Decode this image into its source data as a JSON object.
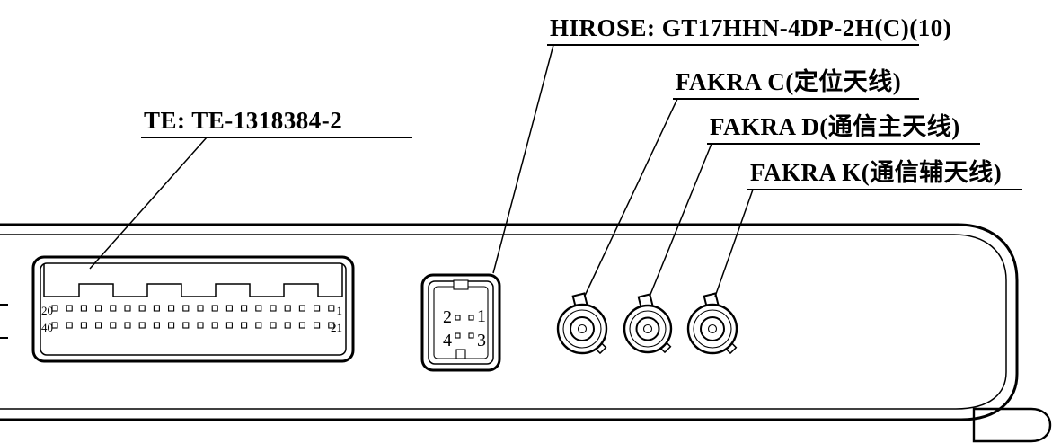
{
  "colors": {
    "line": "#000000",
    "background": "#ffffff"
  },
  "callouts": {
    "te": {
      "label": "TE: TE-1318384-2"
    },
    "hirose": {
      "label": "HIROSE: GT17HHN-4DP-2H(C)(10)"
    },
    "fakra_c": {
      "label": "FAKRA C(定位天线)"
    },
    "fakra_d": {
      "label": "FAKRA D(通信主天线)"
    },
    "fakra_k": {
      "label": "FAKRA K(通信辅天线)"
    }
  },
  "te_connector": {
    "pin_top_left": "20",
    "pin_top_right": "1",
    "pin_bottom_left": "40",
    "pin_bottom_right": "21"
  },
  "hirose_connector": {
    "pin_top_left": "2",
    "pin_top_right": "1",
    "pin_bottom_left": "4",
    "pin_bottom_right": "3"
  }
}
